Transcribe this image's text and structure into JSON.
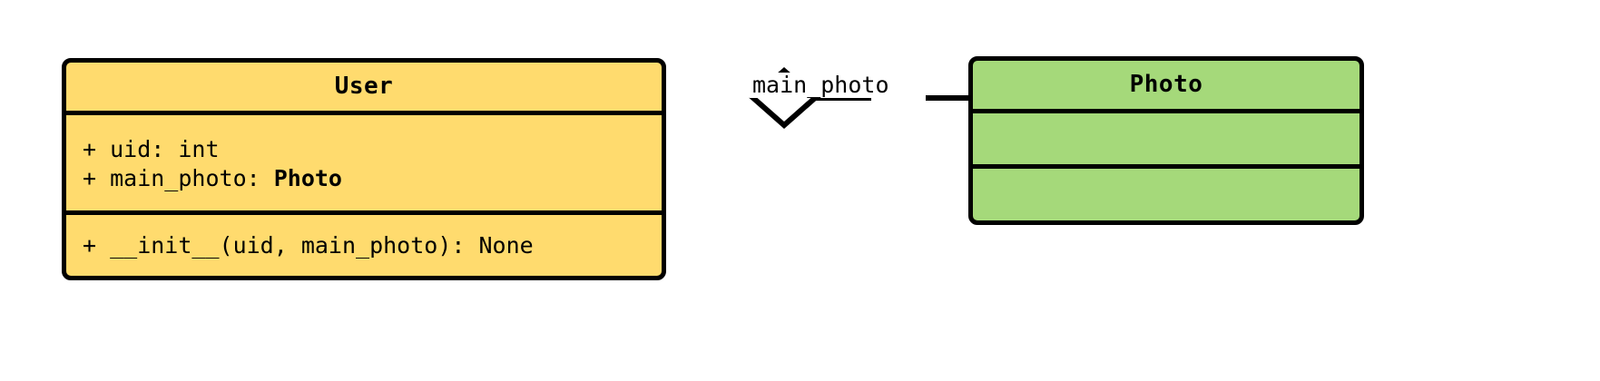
{
  "diagram": {
    "type": "uml-class-diagram",
    "background_color": "#ffffff",
    "line_color": "#000000",
    "classes": [
      {
        "id": "user",
        "name": "User",
        "fill_color": "#FFDB6E",
        "attributes": [
          "+ uid: int",
          "+ main_photo: "
        ],
        "attribute_type_emphasis": "Photo",
        "methods": [
          "+ __init__(uid, main_photo): None"
        ]
      },
      {
        "id": "photo",
        "name": "Photo",
        "fill_color": "#A5D97A",
        "attributes": [],
        "methods": []
      }
    ],
    "relationship": {
      "kind": "aggregation",
      "label": "main_photo",
      "source": "User",
      "target": "Photo",
      "diamond_fill": "#ffffff",
      "diamond_stroke": "#000000"
    }
  }
}
